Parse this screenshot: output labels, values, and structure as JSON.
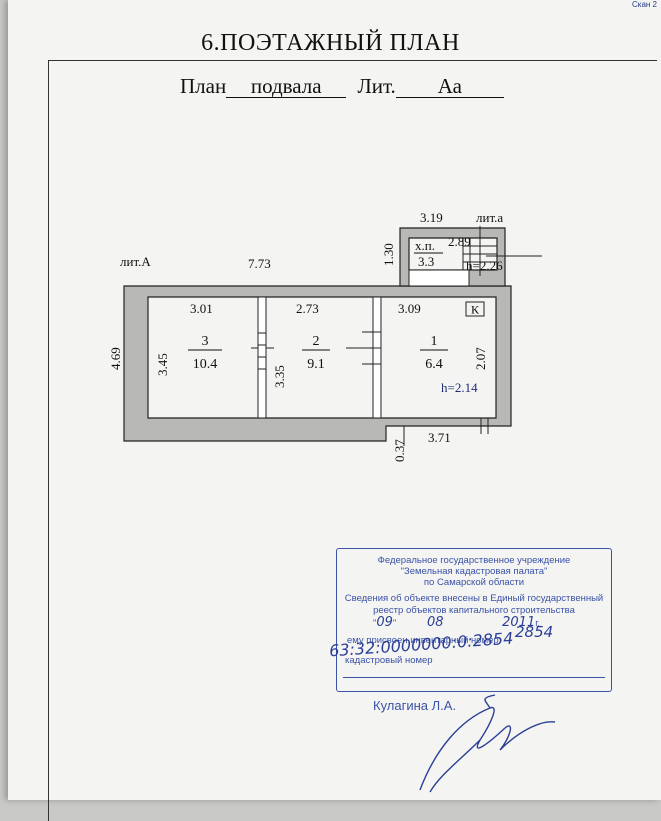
{
  "corner_mark": "Скан 2",
  "title": "6.ПОЭТАЖНЫЙ ПЛАН",
  "subtitle": {
    "plan_label": "План",
    "plan_value": "подвала",
    "lit_label": "Лит.",
    "lit_value": "Аа"
  },
  "plan": {
    "lit_a": "лит.А",
    "lit_a_small": "лит.а",
    "dim_top_total": "7.73",
    "dim_left_total": "4.69",
    "dim_annex_top": "3.19",
    "dim_annex_side": "1.30",
    "dim_bottom_step": "0.37",
    "dim_bottom_right": "3.71",
    "room3": {
      "number": "3",
      "area": "10.4",
      "width": "3.01",
      "height": "3.45"
    },
    "room2": {
      "number": "2",
      "area": "9.1",
      "width": "2.73",
      "height": "3.35"
    },
    "room1": {
      "number": "1",
      "area": "6.4",
      "width": "3.09",
      "height": "2.07",
      "ceiling": "h=2.14",
      "mark": "К"
    },
    "annex": {
      "name": "х.п.",
      "area": "3.3",
      "dim": "2.89",
      "ceiling": "h=2.26"
    }
  },
  "stamp": {
    "line1": "Федеральное государственное учреждение",
    "line2": "\"Земельная кадастровая палата\"",
    "line3": "по Самарской области",
    "line4": "Сведения об объекте внесены в Единый государственный",
    "line5": "реестр объектов капитального строительства",
    "date_day": "09",
    "date_month": "08",
    "date_year": "2011",
    "year_suffix": "г.",
    "line7": "ему присвоен инвентарный номер",
    "inv_number": "2854",
    "line8": "кадастровый номер",
    "cad_number": "63:32:0000000:0:2854"
  },
  "signer": "Кулагина Л.А."
}
